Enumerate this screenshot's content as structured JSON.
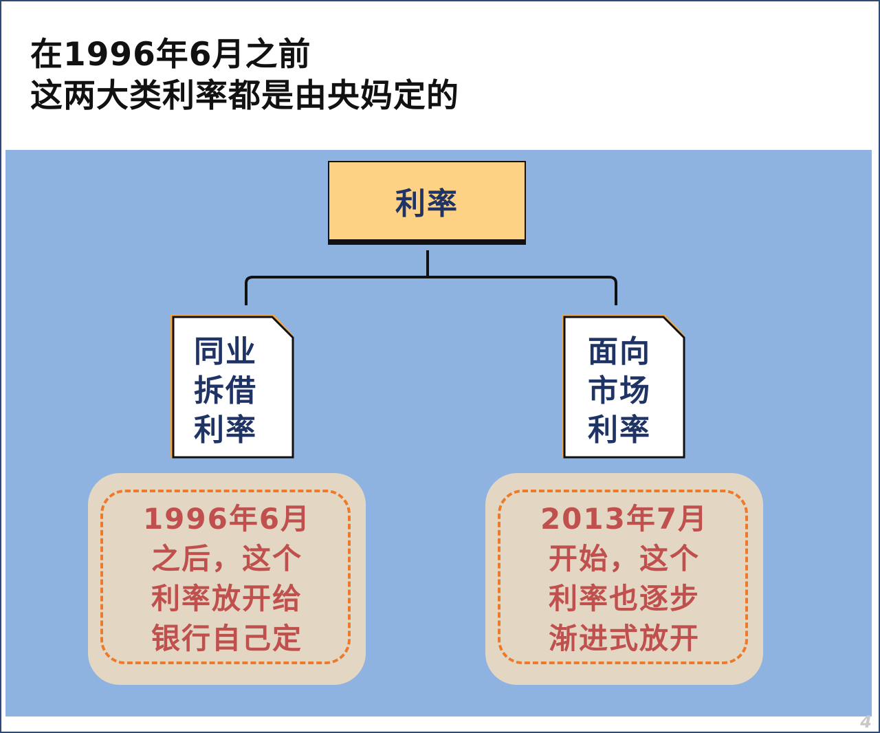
{
  "title": {
    "line1": "在1996年6月之前",
    "line2": "这两大类利率都是由央妈定的"
  },
  "root": {
    "label": "利率"
  },
  "left_doc": {
    "lines": [
      "同业",
      "拆借",
      "利率"
    ]
  },
  "right_doc": {
    "lines": [
      "面向",
      "市场",
      "利率"
    ]
  },
  "left_note": {
    "lines": [
      "1996年6月",
      "之后，这个",
      "利率放开给",
      "银行自己定"
    ]
  },
  "right_note": {
    "lines": [
      "2013年7月",
      "开始，这个",
      "利率也逐步",
      "渐进式放开"
    ]
  },
  "page_number": "4",
  "colors": {
    "panel": "#8fb3e1",
    "root_fill": "#fdd285",
    "doc_accent": "#f0a54a",
    "note_fill": "#e3d7c3",
    "note_dash": "#ec7a2a",
    "note_text": "#c0504d",
    "label_text": "#1f3364"
  }
}
